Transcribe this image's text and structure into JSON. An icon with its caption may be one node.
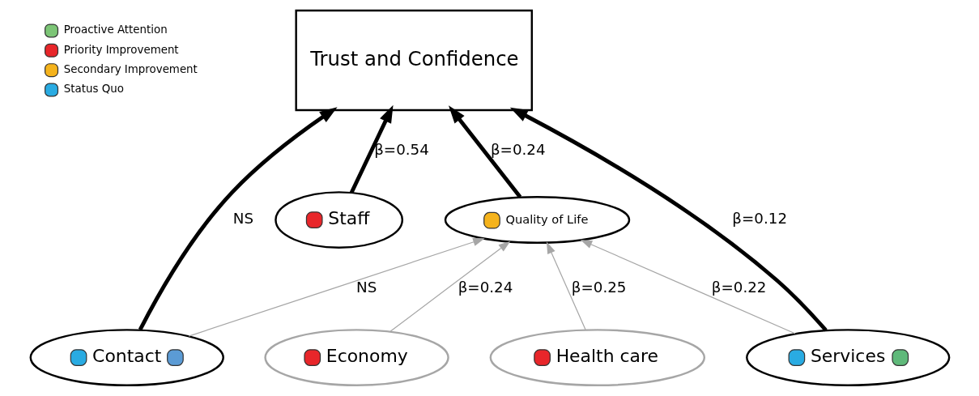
{
  "diagram": {
    "nodes": [
      {
        "text": [
          "Trust and Confidence"
        ]
      },
      {
        "text": [
          "Quality of Life"
        ]
      },
      {
        "text": [
          "Health care"
        ]
      },
      {
        "text": [
          "Economy"
        ]
      },
      {
        "text": [
          "Staff"
        ]
      },
      {
        "text": [
          "Contact"
        ]
      },
      {
        "text": [
          "Services"
        ]
      }
    ],
    "edges": [
      {
        "from": 1,
        "to": 0,
        "arrow": "to",
        "label": "β=0.24",
        "style": "thick"
      },
      {
        "from": 2,
        "to": 1,
        "arrow": "to",
        "label": "β=0.25",
        "color": "#a6a6a6"
      },
      {
        "from": 3,
        "to": 1,
        "arrow": "to",
        "label": "β=0.24",
        "color": "#a6a6a6"
      },
      {
        "from": 4,
        "to": 0,
        "arrow": "to",
        "label": "β=0.54",
        "style": "thick"
      },
      {
        "from": 5,
        "to": 0,
        "arrow": "to",
        "label": "NS",
        "style": "thick"
      },
      {
        "from": 5,
        "to": 1,
        "arrow": "to",
        "label": "NS",
        "color": "#a6a6a6"
      },
      {
        "from": 6,
        "to": 0,
        "arrow": "to",
        "label": "β=0.12",
        "style": "thick"
      },
      {
        "from": 6,
        "to": 1,
        "arrow": "to",
        "label": "β=0.22",
        "color": "#a6a6a6"
      }
    ],
    "legend": [
      {
        "text": "Proactive Attention",
        "color": "#7cc576"
      },
      {
        "text": "Priority Improvement",
        "color": "#e8262a"
      },
      {
        "text": "Secondary Improvement",
        "color": "#f5b31c"
      },
      {
        "text": "Status Quo",
        "color": "#29abe2"
      }
    ]
  }
}
